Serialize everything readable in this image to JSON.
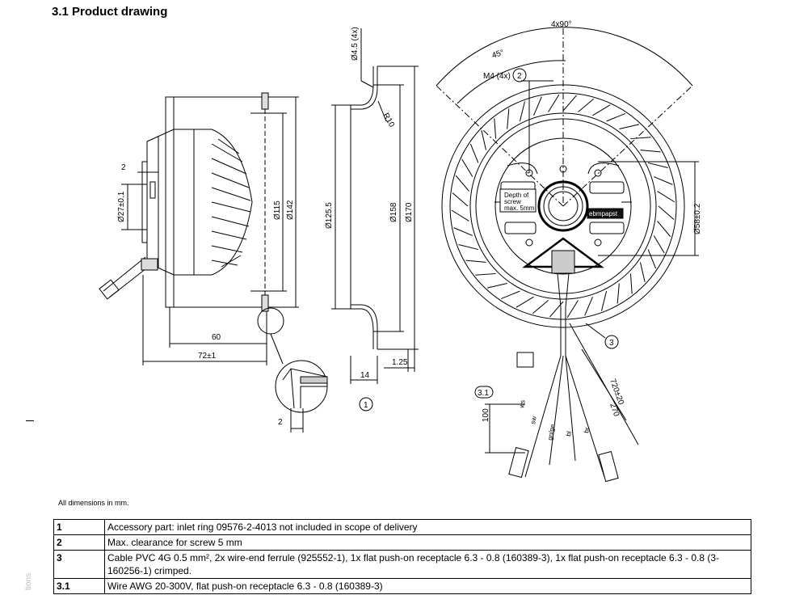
{
  "title": "3.1 Product drawing",
  "note": "All dimensions in mm.",
  "side_text": "tions",
  "legend": [
    {
      "id": "1",
      "text": "Accessory part: inlet ring 09576-2-4013 not included in scope of delivery"
    },
    {
      "id": "2",
      "text": "Max. clearance for screw 5 mm"
    },
    {
      "id": "3",
      "text": "Cable PVC 4G 0.5 mm², 2x wire-end ferrule (925552-1), 1x flat push-on receptacle 6.3 - 0.8 (160389-3), 1x flat push-on receptacle 6.3 - 0.8 (3-160256-1) crimped."
    },
    {
      "id": "3.1",
      "text": "Wire AWG 20-300V, flat push-on receptacle 6.3 - 0.8 (160389-3)"
    }
  ],
  "dims": {
    "d27": "Ø27±0.1",
    "d115": "Ø115",
    "d142": "Ø142",
    "w2": "2",
    "w60": "60",
    "w72": "72±1",
    "w2b": "2",
    "d45": "Ø4.5 (4x)",
    "r10": "R10",
    "d125": "Ø125.5",
    "d158": "Ø158",
    "d170": "Ø170",
    "w14": "14",
    "w125": "1.25",
    "a4x90": "4x90°",
    "a45": "45°",
    "m4": "M4 (4x)",
    "d58": "Ø58±0.2",
    "l720": "720±20",
    "l270": "270",
    "l100": "100",
    "depth1": "Depth of",
    "depth2": "screw",
    "depth3": "max. 5mm",
    "brand": "ebmpapst"
  },
  "wires": {
    "ws": "ws",
    "sw": "sw",
    "gnye": "gn/ge",
    "bl": "bl",
    "br": "br"
  },
  "callouts": {
    "c1": "1",
    "c2": "2",
    "c3": "3",
    "c31": "3.1"
  }
}
